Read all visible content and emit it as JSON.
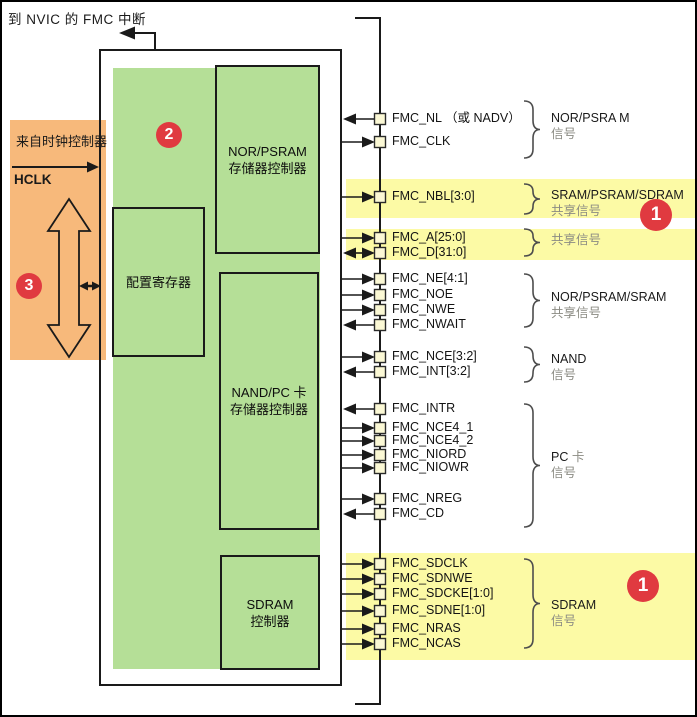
{
  "title": {
    "text": "到 NVIC 的 FMC 中断"
  },
  "clock": {
    "source_label": "来自时钟控制器",
    "signal_label": "HCLK"
  },
  "fmc_blocks": {
    "nor_psram_controller": {
      "line1": "NOR/PSRAM",
      "line2": "存储器控制器"
    },
    "config_registers": {
      "line1": "配置寄存器"
    },
    "nand_pccard_controller": {
      "line1": "NAND/PC 卡",
      "line2": "存储器控制器"
    },
    "sdram_controller": {
      "line1": "SDRAM",
      "line2": "控制器"
    }
  },
  "badges": [
    {
      "label": "1"
    },
    {
      "label": "1"
    },
    {
      "label": "2"
    },
    {
      "label": "3"
    }
  ],
  "signal_groups": [
    {
      "label_lines": [
        "NOR/PSRA M",
        "信号"
      ],
      "highlighted": false,
      "signals": [
        {
          "name": "FMC_NL （或 NADV）",
          "dir": "in"
        },
        {
          "name": "FMC_CLK",
          "dir": "out"
        }
      ]
    },
    {
      "label_lines": [
        "SRAM/PSRAM/SDRAM",
        "共享信号"
      ],
      "highlighted": true,
      "badge": "1",
      "signals": [
        {
          "name": "FMC_NBL[3:0]",
          "dir": "out"
        }
      ]
    },
    {
      "label_lines": [
        "共享信号"
      ],
      "highlighted": true,
      "signals": [
        {
          "name": "FMC_A[25:0]",
          "dir": "out"
        },
        {
          "name": "FMC_D[31:0]",
          "dir": "bidir"
        }
      ]
    },
    {
      "label_lines": [
        "NOR/PSRAM/SRAM",
        "共享信号"
      ],
      "highlighted": false,
      "signals": [
        {
          "name": "FMC_NE[4:1]",
          "dir": "out"
        },
        {
          "name": "FMC_NOE",
          "dir": "out"
        },
        {
          "name": "FMC_NWE",
          "dir": "out"
        },
        {
          "name": "FMC_NWAIT",
          "dir": "in"
        }
      ]
    },
    {
      "label_lines": [
        "NAND",
        "信号"
      ],
      "highlighted": false,
      "signals": [
        {
          "name": "FMC_NCE[3:2]",
          "dir": "out"
        },
        {
          "name": "FMC_INT[3:2]",
          "dir": "in"
        }
      ]
    },
    {
      "label_lines": [
        "PC 卡",
        "信号"
      ],
      "highlighted": false,
      "signals": [
        {
          "name": "FMC_INTR",
          "dir": "in"
        },
        {
          "name": "FMC_NCE4_1",
          "dir": "out"
        },
        {
          "name": "FMC_NCE4_2",
          "dir": "out"
        },
        {
          "name": "FMC_NIORD",
          "dir": "out"
        },
        {
          "name": "FMC_NIOWR",
          "dir": "out"
        },
        {
          "name": "FMC_NREG",
          "dir": "out"
        },
        {
          "name": "FMC_CD",
          "dir": "in"
        }
      ]
    },
    {
      "label_lines": [
        "SDRAM",
        "信号"
      ],
      "highlighted": true,
      "badge": "1",
      "signals": [
        {
          "name": "FMC_SDCLK",
          "dir": "out"
        },
        {
          "name": "FMC_SDNWE",
          "dir": "out"
        },
        {
          "name": "FMC_SDCKE[1:0]",
          "dir": "out"
        },
        {
          "name": "FMC_SDNE[1:0]",
          "dir": "out"
        },
        {
          "name": "FMC_NRAS",
          "dir": "out"
        },
        {
          "name": "FMC_NCAS",
          "dir": "out"
        }
      ]
    }
  ],
  "colors": {
    "green": "#B5DF97",
    "orange": "#F7B97B",
    "yellow": "#FCFAA5",
    "red": "#E03A40",
    "line": "#1a1a1a",
    "muted_label": "#8b8b83",
    "pin_fill": "#FBF8D5"
  }
}
